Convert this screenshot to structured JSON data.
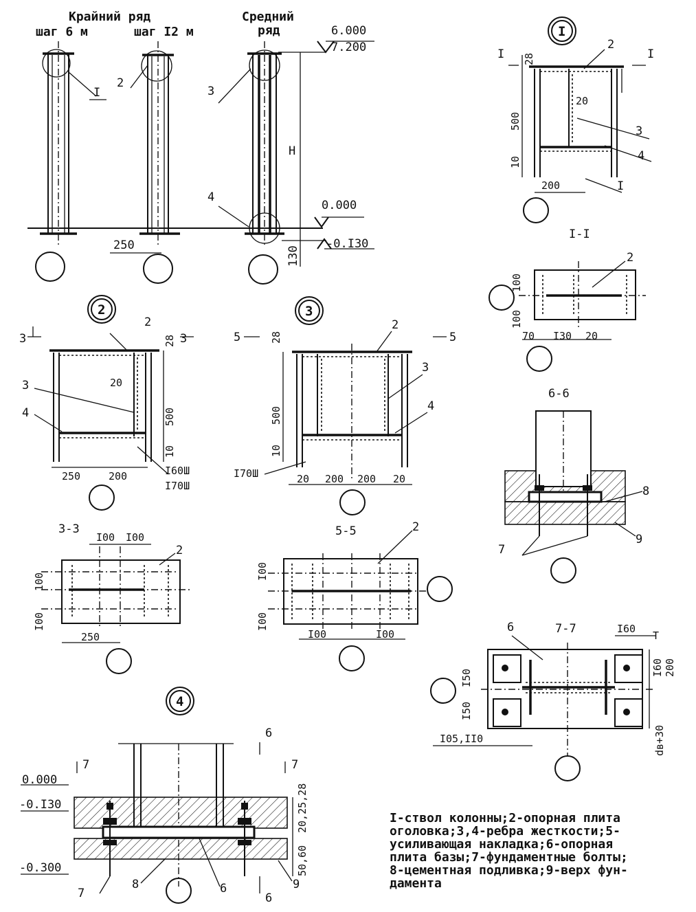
{
  "elevations": {
    "edge_row_label": "Крайний ряд",
    "edge_row_step6": "шаг 6 м",
    "edge_row_step12": "шаг I2 м",
    "middle_row_label_1": "Средний",
    "middle_row_label_2": "ряд",
    "top_mark_1": "6.000",
    "top_mark_2": "7.200",
    "height_label": "H",
    "zero_mark": "0.000",
    "base_mark": "-0.I30",
    "dim_250": "250",
    "dim_130": "130",
    "callout_1": "I",
    "callout_2": "2",
    "callout_3": "3",
    "callout_4": "4"
  },
  "detail_I": {
    "badge": "I",
    "cut_left": "I",
    "cut_right": "I",
    "dim_28": "28",
    "dim_500": "500",
    "dim_10": "10",
    "dim_20": "20",
    "dim_200": "200",
    "callout_2": "2",
    "callout_3": "3",
    "callout_4": "4",
    "callout_1": "I"
  },
  "section_I_I": {
    "title": "I-I",
    "callout_2": "2",
    "dim_100a": "100",
    "dim_100b": "100",
    "dim_70": "70",
    "dim_130": "I30",
    "dim_20": "20"
  },
  "detail_2": {
    "badge": "2",
    "cut_left": "3",
    "cut_right": "3",
    "dim_28": "28",
    "dim_500": "500",
    "dim_10": "10",
    "dim_20": "20",
    "dim_250": "250",
    "dim_200": "200",
    "profile_1": "I60Ш",
    "profile_2": "I70Ш",
    "callout_2": "2",
    "callout_3": "3",
    "callout_4": "4"
  },
  "detail_3": {
    "badge": "3",
    "cut_left": "5",
    "cut_right": "5",
    "dim_28": "28",
    "dim_500": "500",
    "dim_10": "10",
    "dims_bottom": [
      "20",
      "200",
      "200",
      "20"
    ],
    "profile": "I70Ш",
    "callout_2": "2",
    "callout_3": "3",
    "callout_4": "4"
  },
  "section_3_3": {
    "title": "3-3",
    "dim_top_1": "I00",
    "dim_top_2": "I00",
    "dim_100a": "100",
    "dim_100b": "I00",
    "dim_250": "250",
    "callout_2": "2"
  },
  "section_5_5": {
    "title": "5-5",
    "dim_100a": "I00",
    "dim_100b": "I00",
    "dim_b1": "I00",
    "dim_b2": "I00",
    "callout_2": "2"
  },
  "section_6_6": {
    "title": "6-6",
    "callout_7": "7",
    "callout_8": "8",
    "callout_9": "9"
  },
  "section_7_7": {
    "title": "7-7",
    "callout_6": "6",
    "dim_160top": "I60",
    "dim_T": "T",
    "dim_150a": "I50",
    "dim_150b": "I50",
    "dim_160r": "I60",
    "dim_200": "200",
    "dim_105": "I05,II0",
    "dim_d": "dв+30"
  },
  "detail_4": {
    "badge": "4",
    "mark_zero": "0.000",
    "mark_130": "-0.I30",
    "mark_300": "-0.300",
    "cut_6_top": "6",
    "cut_6_bot": "6",
    "cut_7_left": "7",
    "cut_7_right": "7",
    "dim_top": "20,25,28",
    "dim_bottom": "50,60",
    "callout_7": "7",
    "callout_8": "8",
    "callout_6": "6",
    "callout_9": "9"
  },
  "legend": {
    "lines": [
      "I-ствол колонны;2-опорная плита",
      "оголовка;3,4-ребра жесткости;5-",
      "усиливающая накладка;6-опорная",
      "плита базы;7-фундаментные болты;",
      "8-цементная подливка;9-верх фун-",
      "дамента"
    ]
  }
}
